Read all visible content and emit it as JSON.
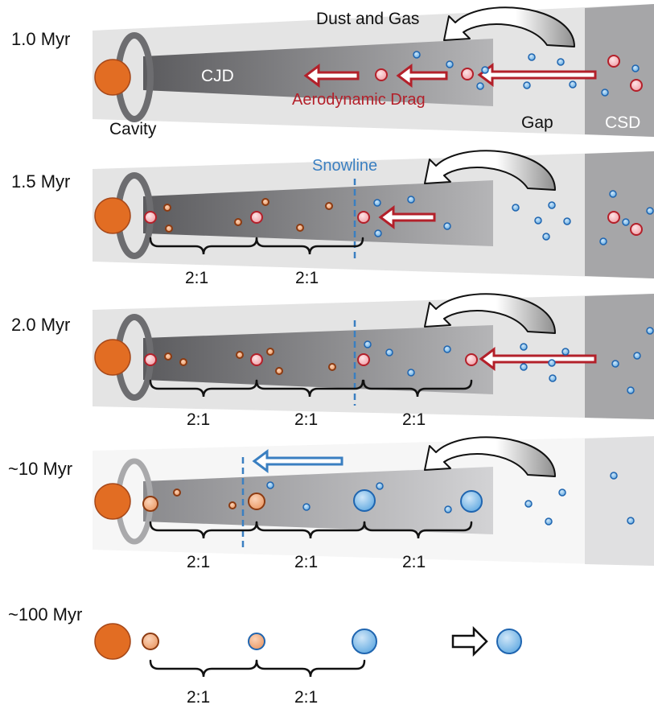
{
  "colors": {
    "star": "#e26d23",
    "star_stroke": "#a6481a",
    "pebble_red_fill": "#f5b8bd",
    "pebble_red_stroke": "#b3202a",
    "planet_rocky_fill": "#f2a77a",
    "planet_rocky_stroke": "#8c3b12",
    "icy_fill": "#5aa6e0",
    "icy_stroke": "#1f65b0",
    "drag_arrow": "#b3202a",
    "snowline": "#3a7fc1"
  },
  "panels": [
    {
      "time": "1.0 Myr",
      "labels": {
        "flow": "Dust and Gas",
        "cjd": "CJD",
        "drag": "Aerodynamic Drag",
        "cavity": "Cavity",
        "gap": "Gap",
        "csd": "CSD"
      },
      "ratios": []
    },
    {
      "time": "1.5 Myr",
      "labels": {
        "snowline": "Snowline"
      },
      "ratios": [
        "2:1",
        "2:1"
      ]
    },
    {
      "time": "2.0 Myr",
      "labels": {},
      "ratios": [
        "2:1",
        "2:1",
        "2:1"
      ]
    },
    {
      "time": "~10 Myr",
      "labels": {},
      "ratios": [
        "2:1",
        "2:1",
        "2:1"
      ]
    },
    {
      "time": "~100 Myr",
      "labels": {},
      "ratios": [
        "2:1",
        "2:1"
      ]
    }
  ]
}
